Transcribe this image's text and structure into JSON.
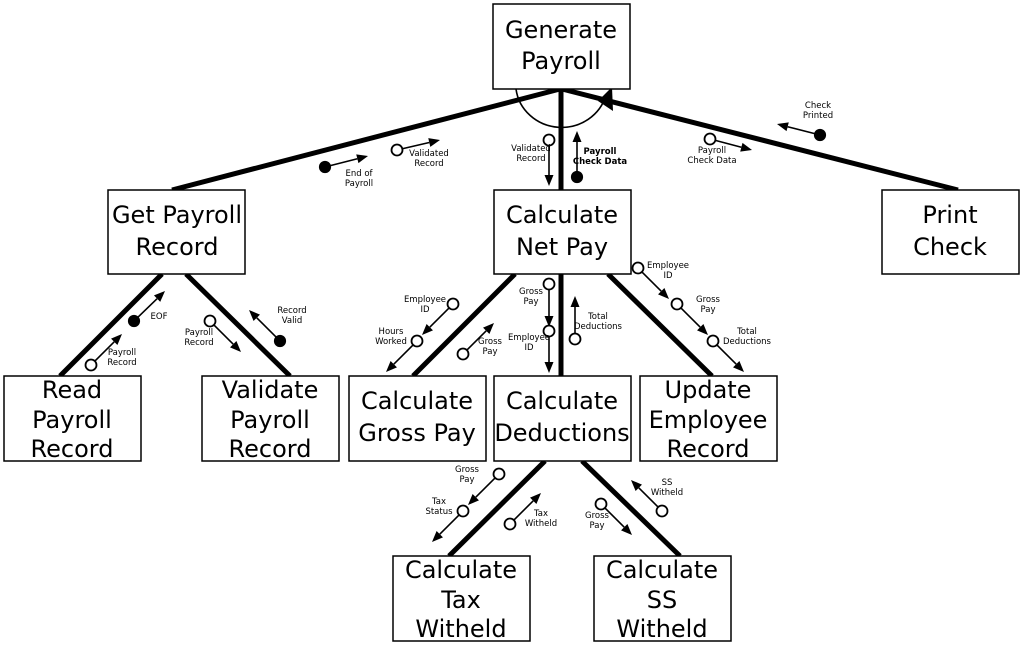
{
  "colors": {
    "line": "#000000",
    "box_fill": "#ffffff",
    "control_couple": "#000000",
    "data_couple": "#ffffff"
  },
  "modules": {
    "generate_payroll": [
      "Generate",
      "Payroll"
    ],
    "get_payroll_record": [
      "Get Payroll",
      "Record"
    ],
    "calculate_net_pay": [
      "Calculate",
      "Net Pay"
    ],
    "print_check": [
      "Print",
      "Check"
    ],
    "read_payroll_record": [
      "Read",
      "Payroll",
      "Record"
    ],
    "validate_payroll_record": [
      "Validate",
      "Payroll",
      "Record"
    ],
    "calculate_gross_pay": [
      "Calculate",
      "Gross Pay"
    ],
    "calculate_deductions": [
      "Calculate",
      "Deductions"
    ],
    "update_employee_record": [
      "Update",
      "Employee",
      "Record"
    ],
    "calculate_tax_witheld": [
      "Calculate",
      "Tax",
      "Witheld"
    ],
    "calculate_ss_witheld": [
      "Calculate",
      "SS",
      "Witheld"
    ]
  },
  "couples": {
    "end_of_payroll": {
      "lines": [
        "End of",
        "Payroll"
      ],
      "kind": "control"
    },
    "validated_record_top": {
      "lines": [
        "Validated",
        "Record"
      ],
      "kind": "data"
    },
    "validated_record_mid": {
      "lines": [
        "Validated",
        "Record"
      ],
      "kind": "data"
    },
    "payroll_check_data_bold": {
      "lines": [
        "Payroll",
        "Check Data"
      ],
      "kind": "control"
    },
    "payroll_check_data": {
      "lines": [
        "Payroll",
        "Check Data"
      ],
      "kind": "data"
    },
    "check_printed": {
      "lines": [
        "Check",
        "Printed"
      ],
      "kind": "control"
    },
    "eof": {
      "lines": [
        "EOF"
      ],
      "kind": "control"
    },
    "payroll_record_read": {
      "lines": [
        "Payroll",
        "Record"
      ],
      "kind": "data"
    },
    "payroll_record_validate": {
      "lines": [
        "Payroll",
        "Record"
      ],
      "kind": "data"
    },
    "record_valid": {
      "lines": [
        "Record",
        "Valid"
      ],
      "kind": "control"
    },
    "employee_id_gross": {
      "lines": [
        "Employee",
        "ID"
      ],
      "kind": "data"
    },
    "hours_worked": {
      "lines": [
        "Hours",
        "Worked"
      ],
      "kind": "data"
    },
    "gross_pay_up": {
      "lines": [
        "Gross",
        "Pay"
      ],
      "kind": "data"
    },
    "gross_pay_ded": {
      "lines": [
        "Gross",
        "Pay"
      ],
      "kind": "data"
    },
    "employee_id_ded": {
      "lines": [
        "Employee",
        "ID"
      ],
      "kind": "data"
    },
    "total_deductions_up": {
      "lines": [
        "Total",
        "Deductions"
      ],
      "kind": "data"
    },
    "employee_id_upd": {
      "lines": [
        "Employee",
        "ID"
      ],
      "kind": "data"
    },
    "gross_pay_upd": {
      "lines": [
        "Gross",
        "Pay"
      ],
      "kind": "data"
    },
    "total_deductions_upd": {
      "lines": [
        "Total",
        "Deductions"
      ],
      "kind": "data"
    },
    "gross_pay_tax": {
      "lines": [
        "Gross",
        "Pay"
      ],
      "kind": "data"
    },
    "tax_status": {
      "lines": [
        "Tax",
        "Status"
      ],
      "kind": "data"
    },
    "tax_witheld": {
      "lines": [
        "Tax",
        "Witheld"
      ],
      "kind": "data"
    },
    "gross_pay_ss": {
      "lines": [
        "Gross",
        "Pay"
      ],
      "kind": "data"
    },
    "ss_witheld": {
      "lines": [
        "SS",
        "Witheld"
      ],
      "kind": "data"
    }
  }
}
